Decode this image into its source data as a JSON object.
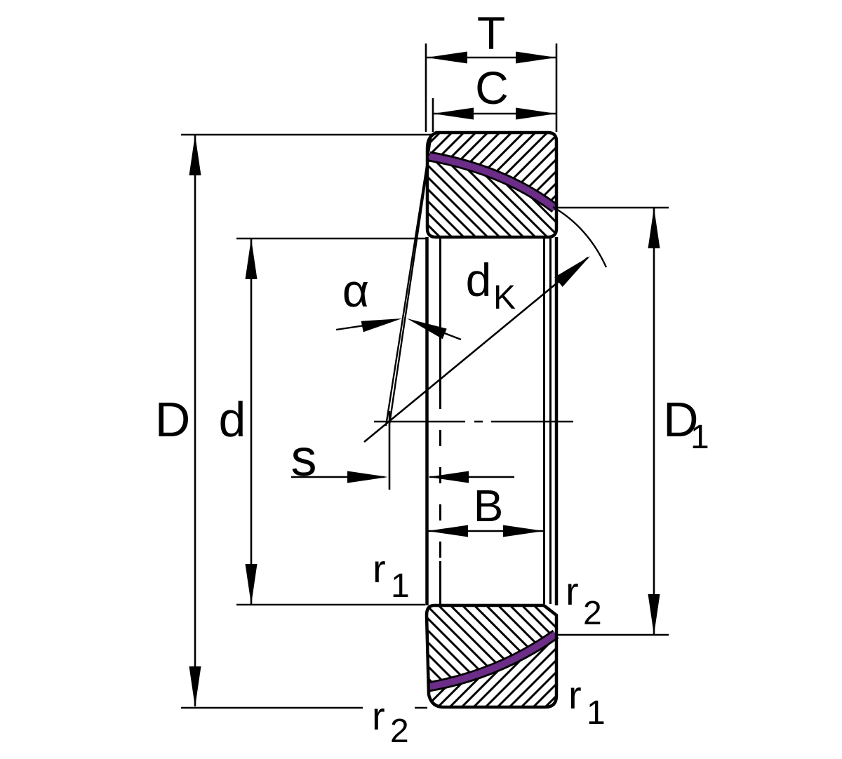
{
  "colors": {
    "line": "#000000",
    "background": "#ffffff",
    "contact_surface": "#6b2d87"
  },
  "labels": {
    "overall_width": "T",
    "outer_ring_width": "C",
    "outer_diameter": "D",
    "bore_diameter": "d",
    "contact_angle": "α",
    "sphere_diameter_base": "d",
    "sphere_diameter_sub": "K",
    "offset": "s",
    "inner_ring_width": "B",
    "d1_base": "D",
    "d1_sub": "1",
    "r1_base": "r",
    "r1_sub": "1",
    "r2_base": "r",
    "r2_sub": "2"
  }
}
